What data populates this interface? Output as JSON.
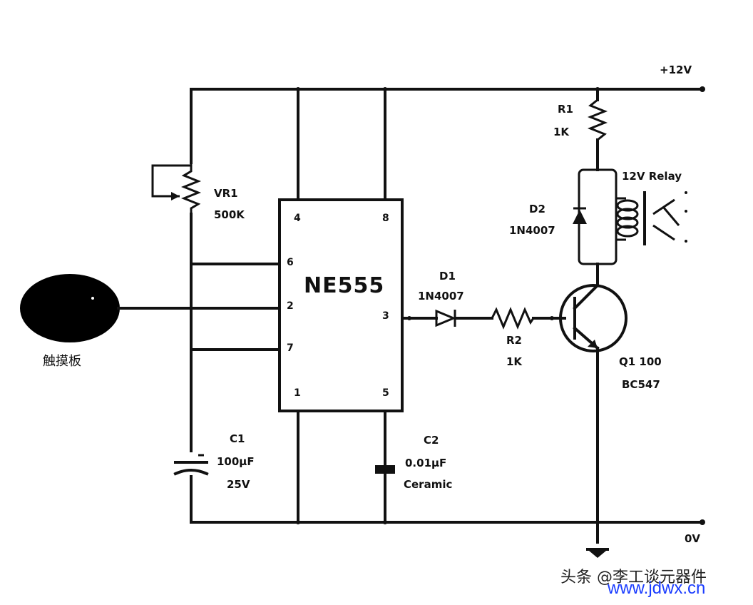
{
  "supply_label": "+12V",
  "ground_label": "0V",
  "ic": {
    "name": "NE555",
    "pins": {
      "p4": "4",
      "p8": "8",
      "p6": "6",
      "p2": "2",
      "p7": "7",
      "p3": "3",
      "p1": "1",
      "p5": "5"
    }
  },
  "components": {
    "vr1": {
      "ref": "VR1",
      "value": "500K"
    },
    "c1": {
      "ref": "C1",
      "value": "100μF",
      "rating": "25V"
    },
    "c2": {
      "ref": "C2",
      "value": "0.01μF",
      "note": "Ceramic"
    },
    "d1": {
      "ref": "D1",
      "value": "1N4007"
    },
    "d2": {
      "ref": "D2",
      "value": "1N4007"
    },
    "r1": {
      "ref": "R1",
      "value": "1K"
    },
    "r2": {
      "ref": "R2",
      "value": "1K"
    },
    "relay": {
      "label": "12V Relay"
    },
    "q1": {
      "line1": "Q1 100",
      "line2": "BC547"
    }
  },
  "touch_plate_label": "触摸板",
  "watermark": {
    "prefix": "头条 @李工谈元器件",
    "site": "www.jdwx.cn"
  }
}
